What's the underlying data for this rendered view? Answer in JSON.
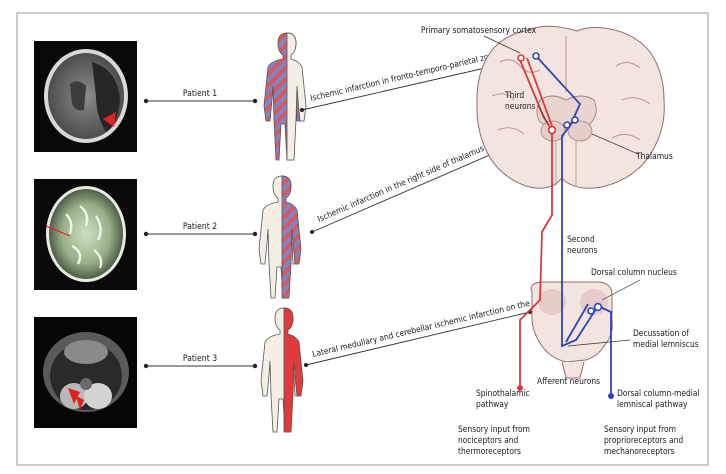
{
  "patients": [
    {
      "label": "Patient 1",
      "lesion": "Ischemic infarction in fronto-temporo-parietal zone of left hemisphere",
      "scan": "ct-axial"
    },
    {
      "label": "Patient 2",
      "lesion": "Ischemic infarction in the right side of thalamus",
      "scan": "mri-axial"
    },
    {
      "label": "Patient 3",
      "lesion": "Lateral medullary and cerebellar ischemic infarction on the right",
      "scan": "mri-posterior-fossa"
    }
  ],
  "labels": {
    "cortex": "Primary somatosensory cortex",
    "third_neurons": [
      "Third",
      "neurons"
    ],
    "thalamus": "Thalamus",
    "second_neurons": [
      "Second",
      "neurons"
    ],
    "dorsal_nucleus": "Dorsal column nucleus",
    "decussation": [
      "Decussation of",
      "medial lemniscus"
    ],
    "afferent": "Afferent neurons",
    "spinothalamic": [
      "Spinothalamic",
      "pathway"
    ],
    "dcml": [
      "Dorsal column-medial",
      "lemniscal pathway"
    ],
    "input_noci": [
      "Sensory input from",
      "nociceptors and",
      "thermoreceptors"
    ],
    "input_proprio": [
      "Sensory input from",
      "proprioreceptors and",
      "mechanoreceptors"
    ]
  },
  "colors": {
    "spinothalamic": "#d93a3a",
    "dcml": "#2b46b8",
    "brain_fill": "#f3e4df",
    "brain_stroke": "#8c7070",
    "body_fill": "#f4efe4",
    "stripe_red": "#d9585c",
    "stripe_blue": "#7c85c8"
  }
}
